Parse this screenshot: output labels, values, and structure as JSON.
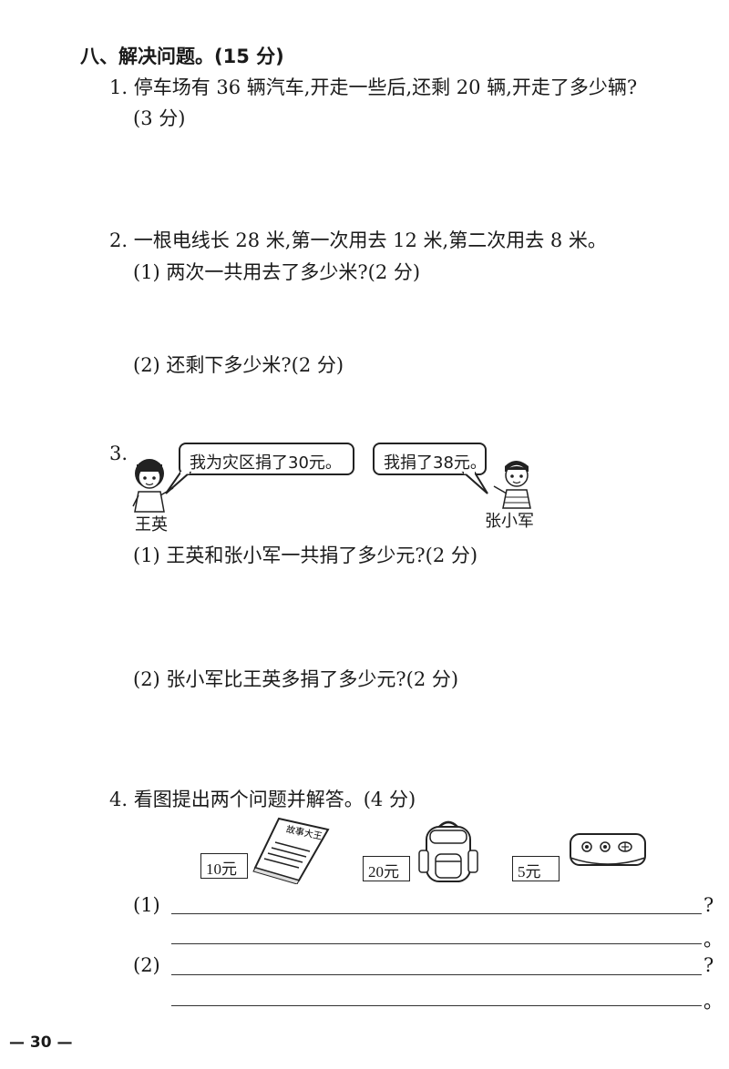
{
  "section": {
    "title": "八、解决问题。(15 分)"
  },
  "q1": {
    "text": "1. 停车场有 36 辆汽车,开走一些后,还剩 20 辆,开走了多少辆?",
    "score": "(3 分)"
  },
  "q2": {
    "text": "2. 一根电线长 28 米,第一次用去 12 米,第二次用去 8 米。",
    "sub1": "(1) 两次一共用去了多少米?(2 分)",
    "sub2": "(2) 还剩下多少米?(2 分)"
  },
  "q3": {
    "number": "3.",
    "bubble_left": "我为灾区捐了30元。",
    "bubble_right": "我捐了38元。",
    "name_left": "王英",
    "name_right": "张小军",
    "sub1": "(1) 王英和张小军一共捐了多少元?(2 分)",
    "sub2": "(2) 张小军比王英多捐了多少元?(2 分)"
  },
  "q4": {
    "text": "4. 看图提出两个问题并解答。(4 分)",
    "items": [
      {
        "price": "10元",
        "label": "故事大王",
        "icon": "book-icon"
      },
      {
        "price": "20元",
        "label": "",
        "icon": "backpack-icon"
      },
      {
        "price": "5元",
        "label": "",
        "icon": "pencil-case-icon"
      }
    ],
    "answer1_label": "(1)",
    "answer2_label": "(2)",
    "question_mark": "?",
    "period_mark": "。"
  },
  "footer": {
    "page_number": "— 30 —"
  }
}
